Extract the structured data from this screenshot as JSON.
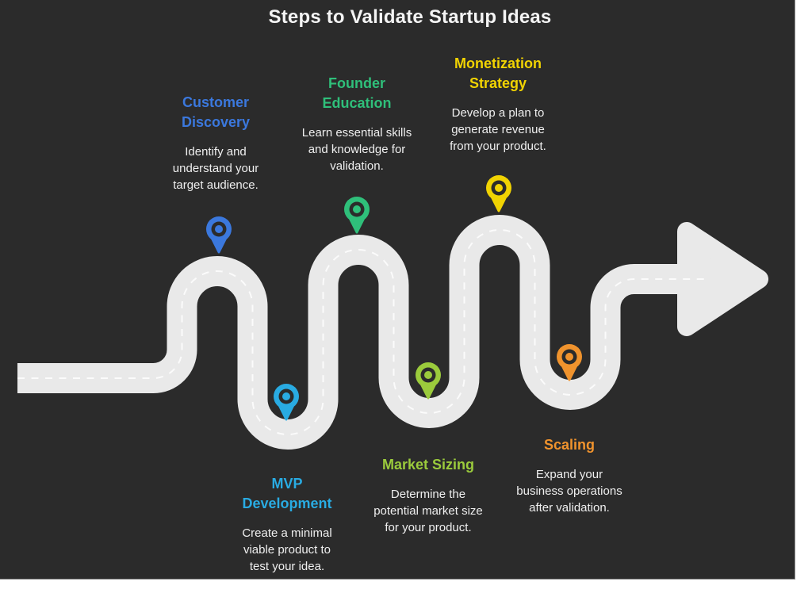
{
  "title": "Steps to Validate Startup Ideas",
  "colors": {
    "background": "#2b2b2b",
    "page_margin": "#ffffff",
    "road": "#e9e9e9",
    "lane_dash": "#ffffff",
    "body_text": "#efefef",
    "title_text": "#f4f4f4"
  },
  "steps": [
    {
      "name": "Customer\nDiscovery",
      "description": "Identify and\nunderstand your\ntarget audience.",
      "color": "#3b78dd"
    },
    {
      "name": "Founder\nEducation",
      "description": "Learn essential skills\nand knowledge for\nvalidation.",
      "color": "#2fbf7a"
    },
    {
      "name": "Monetization\nStrategy",
      "description": "Develop a plan to\ngenerate revenue\nfrom your product.",
      "color": "#f1d302"
    },
    {
      "name": "MVP\nDevelopment",
      "description": "Create a minimal\nviable product to\ntest your idea.",
      "color": "#29abe2"
    },
    {
      "name": "Market Sizing",
      "description": "Determine the\npotential market size\nfor your product.",
      "color": "#9bcb3c"
    },
    {
      "name": "Scaling",
      "description": "Expand your\nbusiness operations\nafter validation.",
      "color": "#f0932d"
    }
  ]
}
